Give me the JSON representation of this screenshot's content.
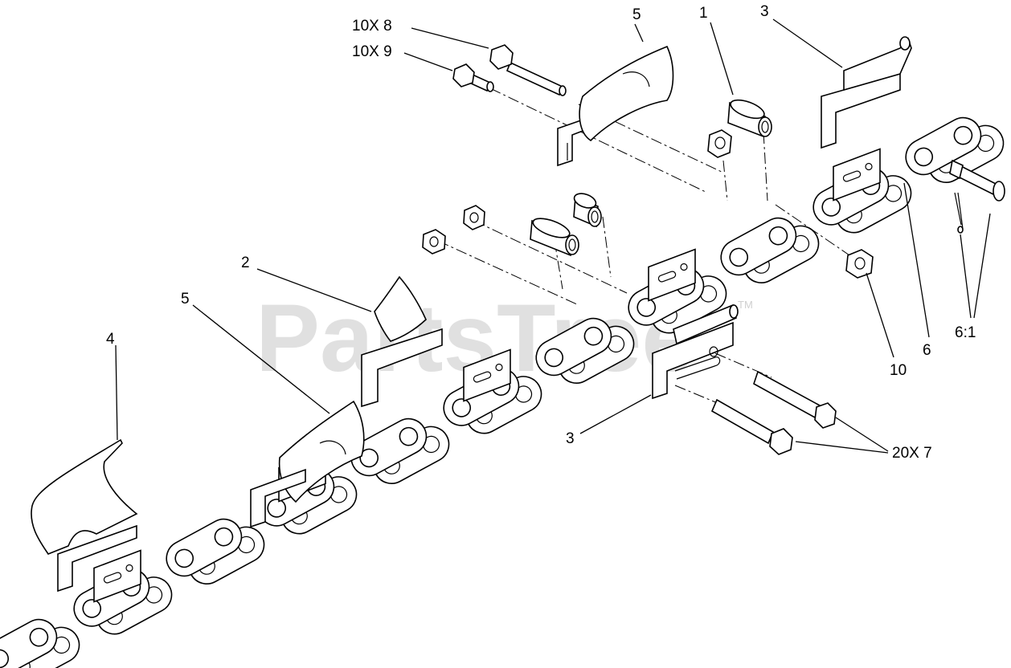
{
  "watermark": {
    "text": "PartsTree",
    "tm": "TM"
  },
  "callouts": {
    "c1": "1",
    "c2": "2",
    "c3_top": "3",
    "c3_bottom": "3",
    "c4": "4",
    "c5_top": "5",
    "c5_left": "5",
    "c6": "6",
    "c10": "10",
    "c10x8": "10X 8",
    "c10x9": "10X 9",
    "c6_1": "6:1",
    "c20x7": "20X 7"
  }
}
